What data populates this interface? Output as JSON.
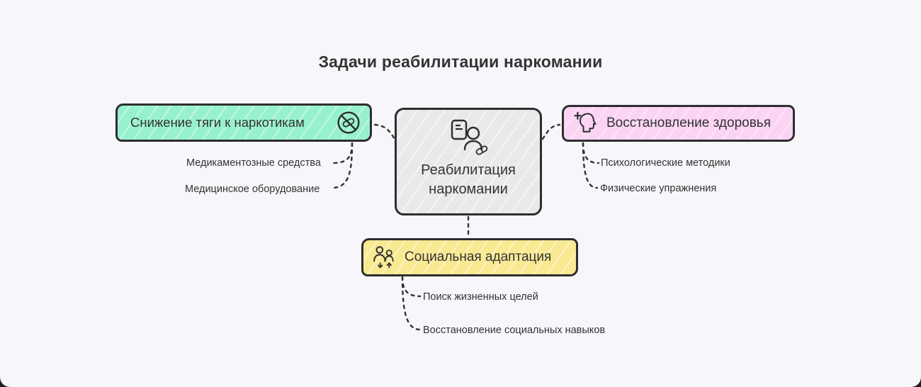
{
  "title": "Задачи реабилитации наркомании",
  "center": {
    "label": "Реабилитация наркомании",
    "icon": "person-prescription-icon",
    "fill": "#e9e9e9"
  },
  "branches": {
    "left": {
      "label": "Снижение тяги к наркотикам",
      "icon": "no-drugs-icon",
      "fill": "#98f1ce",
      "children": [
        "Медикаментозные средства",
        "Медицинское оборудование"
      ]
    },
    "right": {
      "label": "Восстановление здоровья",
      "icon": "mental-health-icon",
      "fill": "#fbd3f3",
      "children": [
        "Психологические методики",
        "Физические упражнения"
      ]
    },
    "bottom": {
      "label": "Социальная адаптация",
      "icon": "social-group-icon",
      "fill": "#f9e992",
      "children": [
        "Поиск жизненных целей",
        "Восстановление социальных навыков"
      ]
    }
  },
  "colors": {
    "background": "#f7f7fb",
    "border": "#2e2e2e",
    "text": "#333333",
    "connector": "#333333"
  }
}
